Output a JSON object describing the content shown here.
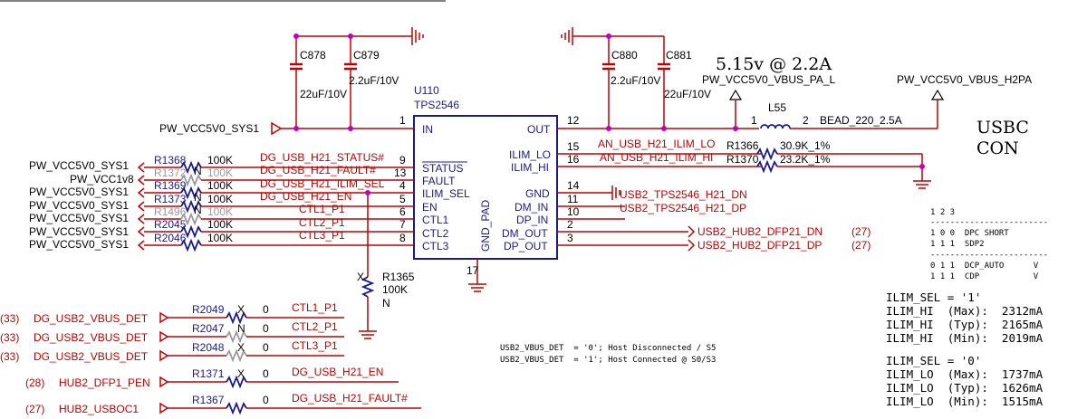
{
  "ic": {
    "ref": "U110",
    "part": "TPS2546",
    "pins_left": [
      {
        "num": "1",
        "name": "IN"
      },
      {
        "num": "9",
        "name": "STATUS"
      },
      {
        "num": "13",
        "name": "FAULT"
      },
      {
        "num": "4",
        "name": "ILIM_SEL"
      },
      {
        "num": "5",
        "name": "EN"
      },
      {
        "num": "6",
        "name": "CTL1"
      },
      {
        "num": "7",
        "name": "CTL2"
      },
      {
        "num": "8",
        "name": "CTL3"
      }
    ],
    "pins_right": [
      {
        "num": "12",
        "name": "OUT"
      },
      {
        "num": "15",
        "name": "ILIM_LO"
      },
      {
        "num": "16",
        "name": "ILIM_HI"
      },
      {
        "num": "14",
        "name": "GND"
      },
      {
        "num": "11",
        "name": "DM_IN"
      },
      {
        "num": "10",
        "name": "DP_IN"
      },
      {
        "num": "2",
        "name": "DM_OUT"
      },
      {
        "num": "3",
        "name": "DP_OUT"
      }
    ],
    "pin_bottom": {
      "num": "17",
      "name": "GND_PAD"
    }
  },
  "caps": [
    {
      "ref": "C878",
      "value": "22uF/10V"
    },
    {
      "ref": "C879",
      "value": "2.2uF/10V"
    },
    {
      "ref": "C880",
      "value": "2.2uF/10V"
    },
    {
      "ref": "C881",
      "value": "22uF/10V"
    }
  ],
  "power_in": "PW_VCC5V0_SYS1",
  "title_current": "5.15v @ 2.2A",
  "out_net_pa": "PW_VCC5V0_VBUS_PA_L",
  "out_net_h2pa": "PW_VCC5V0_VBUS_H2PA",
  "inductor": {
    "ref": "L55",
    "pin1": "1",
    "pin2": "2",
    "value": "BEAD_220_2.5A"
  },
  "connector": [
    "USBC",
    "CON"
  ],
  "ilim_res": [
    {
      "ref": "R1366",
      "value": "30.9K_1%",
      "net": "AN_USB_H21_ILIM_LO"
    },
    {
      "ref": "R1370",
      "value": "23.2K_1%",
      "net": "AN_USB_H21_ILIM_HI"
    }
  ],
  "pullups": [
    {
      "src": "PW_VCC5V0_SYS1",
      "ref": "R1368",
      "value": "100K",
      "net": "DG_USB_H21_STATUS#"
    },
    {
      "src": "PW_VCC1v8",
      "ref": "R1372",
      "value": "100K",
      "net": "DG_USB_H21_FAULT#",
      "flag": "N"
    },
    {
      "src": "PW_VCC5V0_SYS1",
      "ref": "R1369",
      "value": "100K",
      "net": "DG_USB_H21_ILIM_SEL"
    },
    {
      "src": "PW_VCC5V0_SYS1",
      "ref": "R1373",
      "value": "100K",
      "net": "DG_USB_H21_EN",
      "flag": "N"
    },
    {
      "src": "PW_VCC5V0_SYS1",
      "ref": "R1496",
      "value": "100K",
      "net": "CTL1_P1",
      "flag": "N"
    },
    {
      "src": "PW_VCC5V0_SYS1",
      "ref": "R2045",
      "value": "100K",
      "net": "CTL2_P1"
    },
    {
      "src": "PW_VCC5V0_SYS1",
      "ref": "R2046",
      "value": "100K",
      "net": "CTL3_P1"
    }
  ],
  "pulldown": {
    "ref": "R1365",
    "value": "100K",
    "flag_x": "X",
    "flag_n": "N"
  },
  "usb_nets": [
    "USB2_TPS2546_H21_DN",
    "USB2_TPS2546_H21_DP"
  ],
  "hub_nets": [
    {
      "name": "USB2_HUB2_DFP21_DN",
      "ref": "(27)"
    },
    {
      "name": "USB2_HUB2_DFP21_DP",
      "ref": "(27)"
    }
  ],
  "bottom_rows": [
    {
      "page": "(33)",
      "net": "DG_USB2_VBUS_DET",
      "ref": "R2049",
      "flag": "X",
      "value": "0",
      "out": "CTL1_P1"
    },
    {
      "page": "(33)",
      "net": "DG_USB2_VBUS_DET",
      "ref": "R2047",
      "flag": "N",
      "value": "0",
      "out": "CTL2_P1"
    },
    {
      "page": "(33)",
      "net": "DG_USB2_VBUS_DET",
      "ref": "R2048",
      "flag": "X",
      "value": "0",
      "out": "CTL3_P1"
    },
    {
      "page": "(28)",
      "net": "HUB2_DFP1_PEN",
      "ref": "R1371",
      "flag": "X",
      "value": "0",
      "out": "DG_USB_H21_EN"
    },
    {
      "page": "(27)",
      "net": "HUB2_USBOC1",
      "ref": "R1367",
      "flag": "",
      "value": "0",
      "out": "DG_USB_H21_FAULT#"
    }
  ],
  "notes": [
    "USB2_VBUS_DET  = '0'; Host Disconnected / S5",
    "USB2_VBUS_DET  = '1'; Host Connected @ S0/S3"
  ],
  "ctl_table": [
    "1 2 3",
    "------------------------",
    "1 0 0  DPC SHORT",
    "1 1 1  SDP2",
    "------------------------",
    "0 1 1  DCP_AUTO      V",
    "1 1 1  CDP           V"
  ],
  "ilim_table": [
    "ILIM_SEL = '1'",
    "ILIM_HI  (Max):  2312mA",
    "ILIM_HI  (Typ):  2165mA",
    "ILIM_HI  (Min):  2019mA",
    "ILIM_SEL = '0'",
    "ILIM_LO  (Max):  1737mA",
    "ILIM_LO  (Typ):  1626mA",
    "ILIM_LO  (Min):  1515mA"
  ]
}
